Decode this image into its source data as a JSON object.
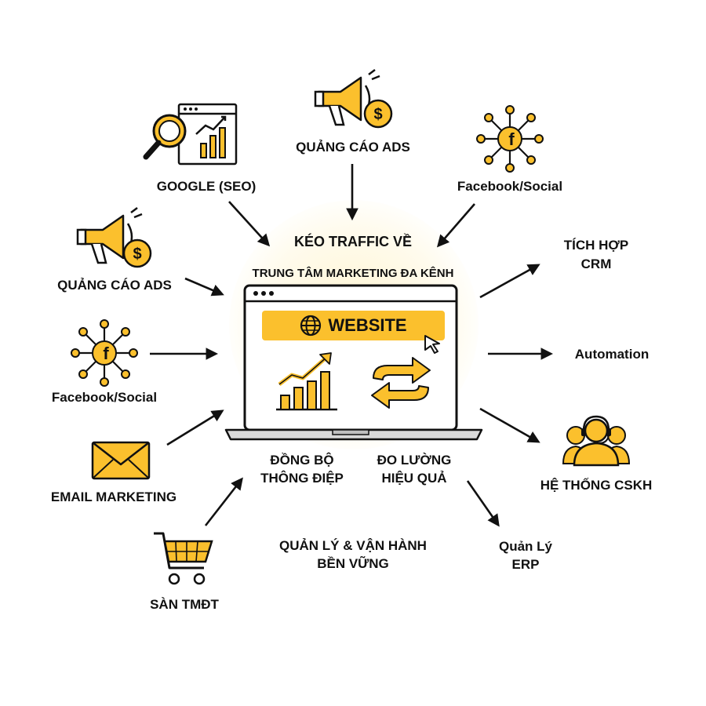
{
  "center": {
    "heading": "KÉO TRAFFIC VỀ",
    "subheading": "TRUNG TÂM MARKETING ĐA KÊNH",
    "website_label": "WEBSITE",
    "sync_label_1": "ĐỒNG BỘ",
    "sync_label_2": "THÔNG ĐIỆP",
    "measure_label_1": "ĐO LƯỜNG",
    "measure_label_2": "HIỆU QUẢ",
    "manage_label_1": "QUẢN LÝ & VẬN HÀNH",
    "manage_label_2": "BỀN VỮNG"
  },
  "inputs": {
    "google_seo": "GOOGLE (SEO)",
    "ads_top": "QUẢNG CÁO ADS",
    "facebook_top": "Facebook/Social",
    "ads_left": "QUẢNG CÁO ADS",
    "facebook_left": "Facebook/Social",
    "email": "EMAIL MARKETING",
    "ecommerce": "SÀN TMĐT"
  },
  "outputs": {
    "crm_1": "TÍCH HỢP",
    "crm_2": "CRM",
    "automation": "Automation",
    "cskh": "HỆ THỐNG CSKH",
    "erp_1": "Quản Lý",
    "erp_2": "ERP"
  },
  "colors": {
    "accent": "#fbc02d",
    "outline": "#111111",
    "background": "#ffffff"
  },
  "icons": {
    "seo": "seo-analytics-icon",
    "ads": "megaphone-dollar-icon",
    "facebook": "facebook-network-icon",
    "email": "envelope-icon",
    "cart": "shopping-cart-icon",
    "crm": "crm-icon",
    "cskh": "customer-support-icon",
    "globe": "globe-icon",
    "chart": "growth-chart-icon",
    "sync": "sync-arrows-icon",
    "cursor": "cursor-icon",
    "laptop": "laptop-icon"
  }
}
